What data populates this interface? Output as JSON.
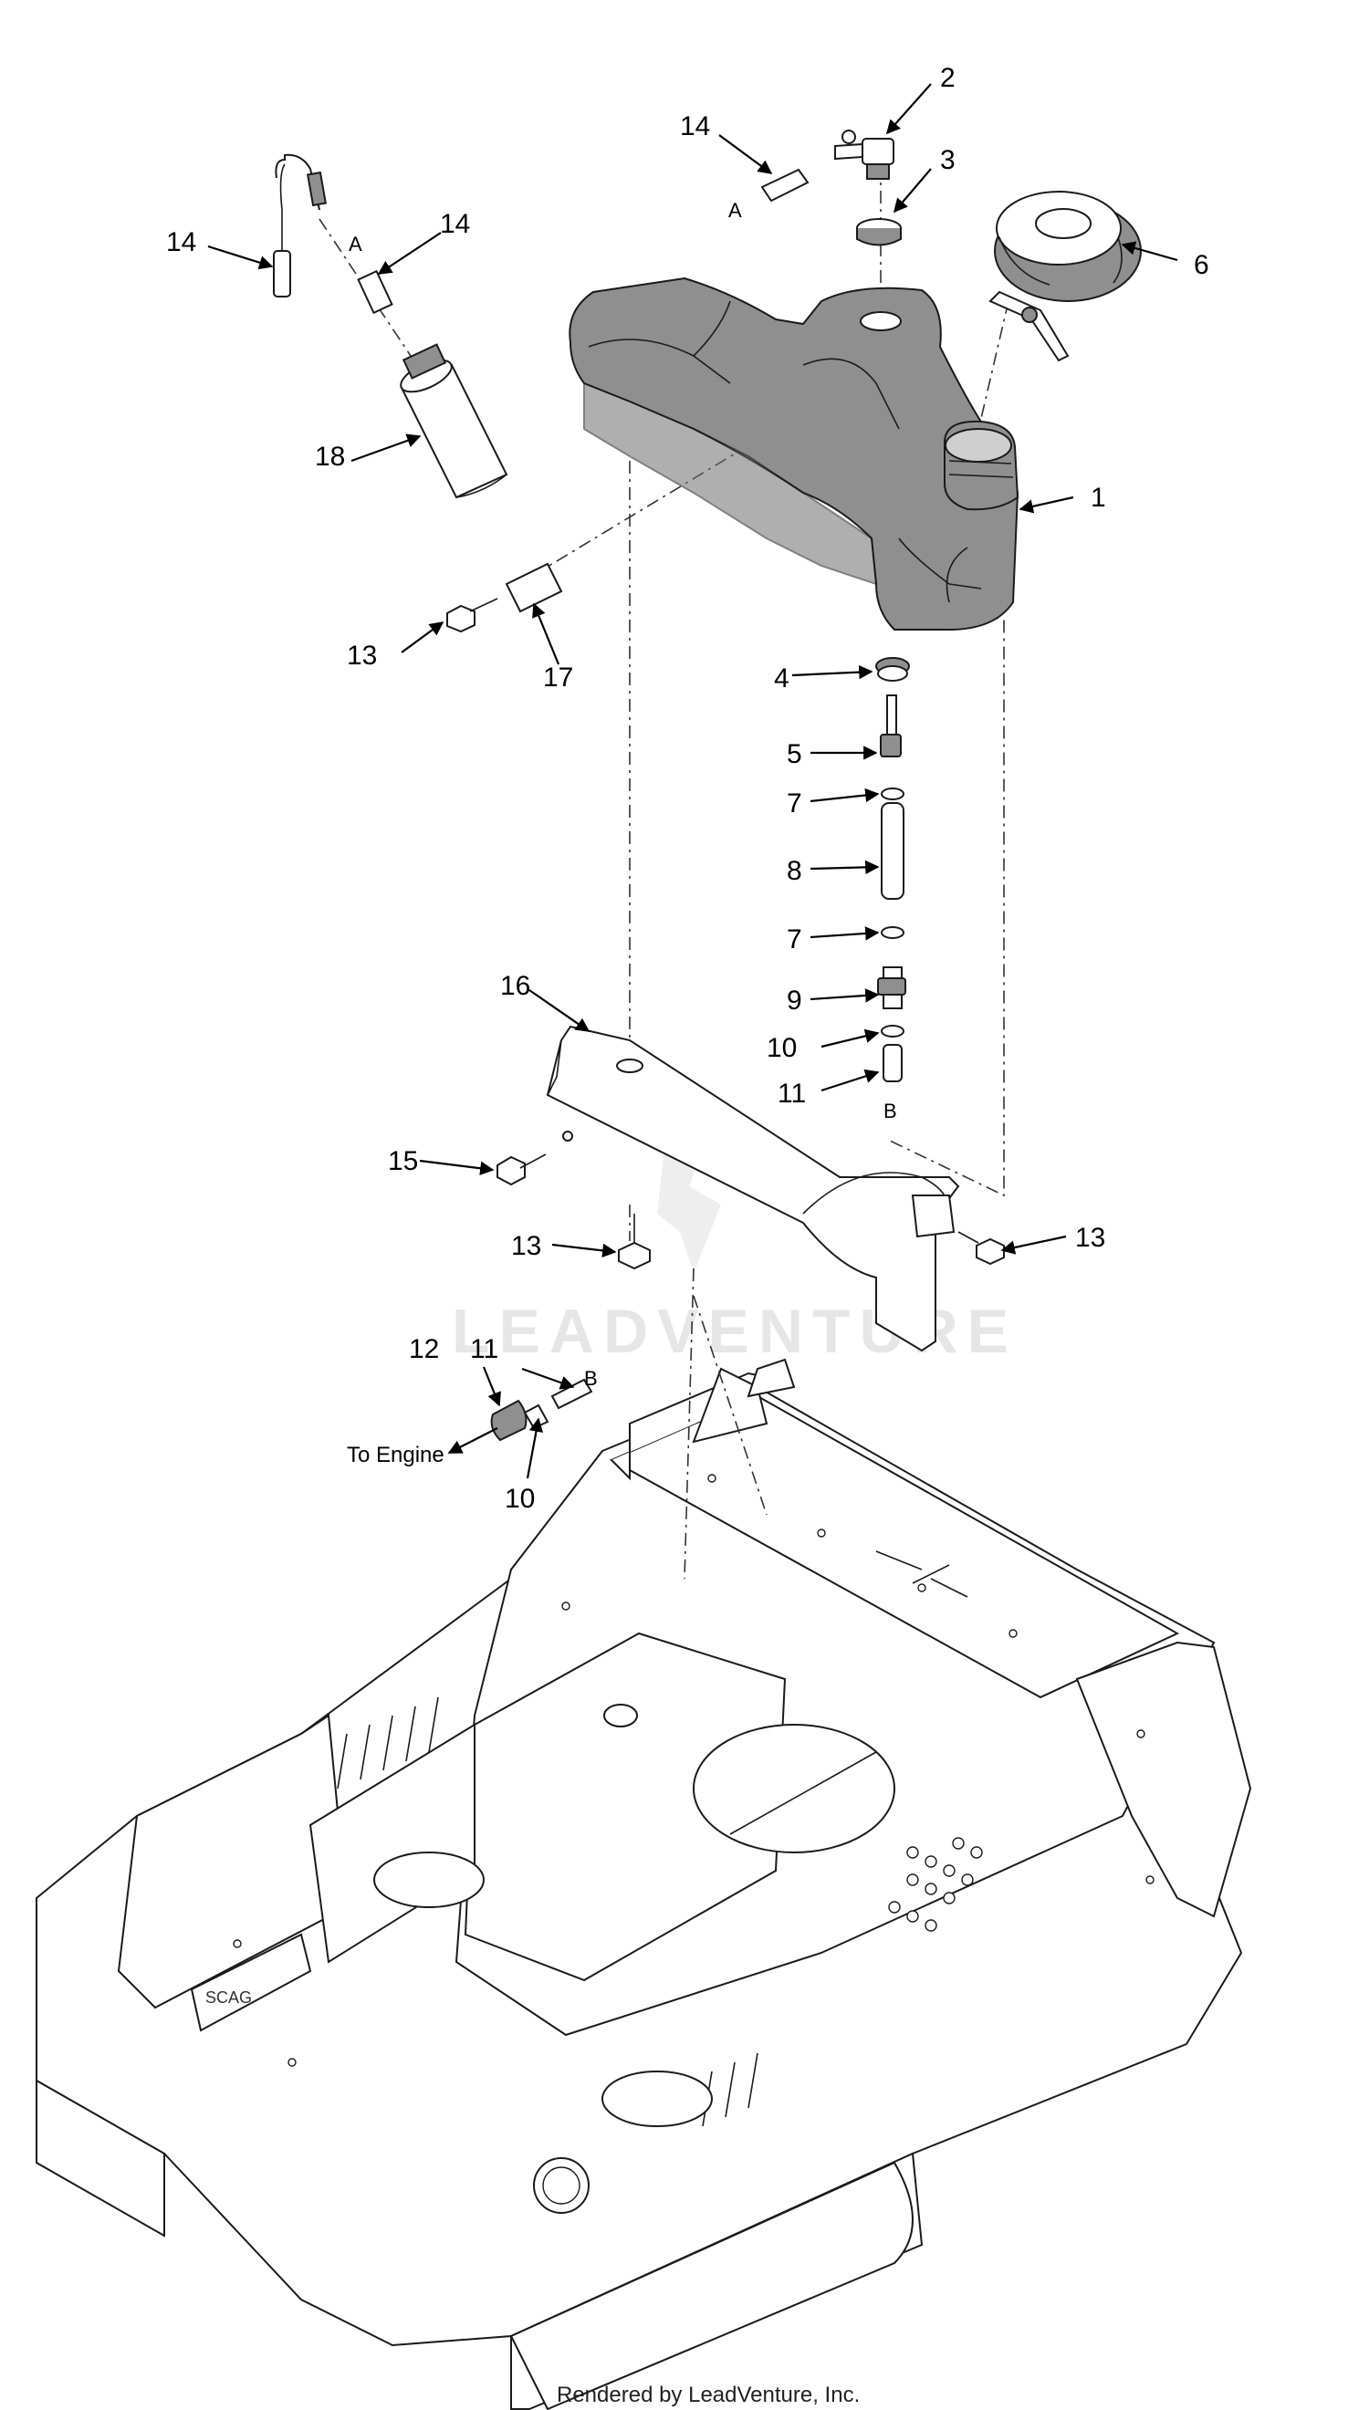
{
  "diagram": {
    "callouts": {
      "c1": "1",
      "c2": "2",
      "c3": "3",
      "c4": "4",
      "c5": "5",
      "c6": "6",
      "c7a": "7",
      "c7b": "7",
      "c8": "8",
      "c9": "9",
      "c10a": "10",
      "c10b": "10",
      "c11a": "11",
      "c11b": "11",
      "c12": "12",
      "c13a": "13",
      "c13b": "13",
      "c13c": "13",
      "c14a": "14",
      "c14b": "14",
      "c14c": "14",
      "c15": "15",
      "c16": "16",
      "c17": "17",
      "c18": "18"
    },
    "refs": {
      "a_top": "A",
      "a_filter": "A",
      "b_line": "B",
      "b_engine": "B"
    },
    "to_engine": "To Engine",
    "watermark": "LEADVENTURE"
  },
  "footer": {
    "text": "Rendered by LeadVenture, Inc."
  }
}
